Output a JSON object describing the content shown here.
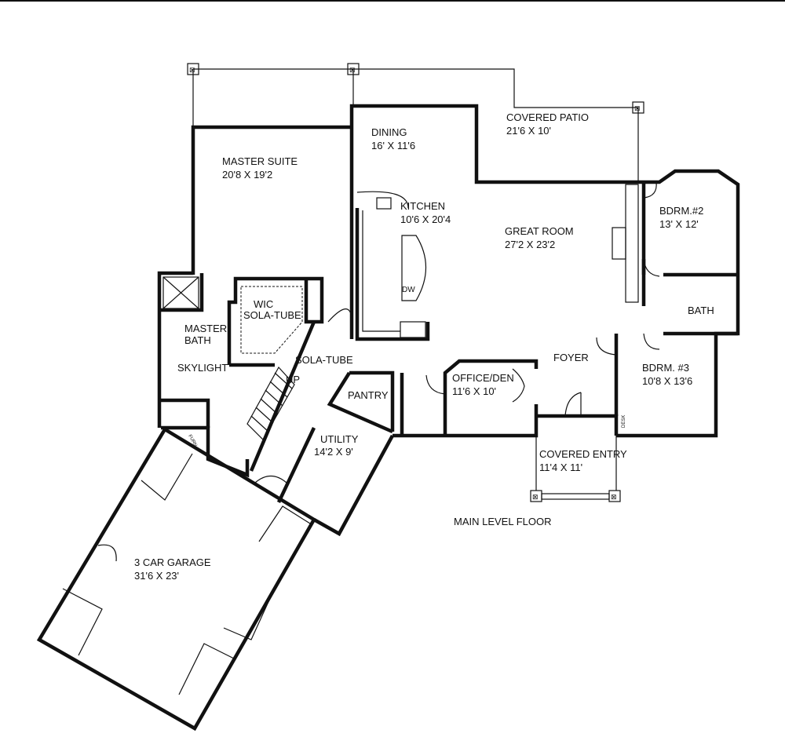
{
  "plan": {
    "title": "MAIN LEVEL FLOOR",
    "rooms": [
      {
        "name": "COVERED PATIO",
        "size": "21'6 X 10'"
      },
      {
        "name": "MASTER SUITE",
        "size": "20'8 X 19'2"
      },
      {
        "name": "DINING",
        "size": "16' X 11'6"
      },
      {
        "name": "KITCHEN",
        "size": "10'6 X 20'4"
      },
      {
        "name": "GREAT ROOM",
        "size": "27'2 X 23'2"
      },
      {
        "name": "BDRM.#2",
        "size": "13' X 12'"
      },
      {
        "name": "BDRM. #3",
        "size": "10'8 X 13'6"
      },
      {
        "name": "OFFICE/DEN",
        "size": "11'6 X 10'"
      },
      {
        "name": "COVERED ENTRY",
        "size": "11'4 X 11'"
      },
      {
        "name": "UTILITY",
        "size": "14'2 X 9'"
      },
      {
        "name": "3 CAR GARAGE",
        "size": "31'6 X 23'"
      }
    ],
    "labels": {
      "wic": "WIC",
      "sola_tube_wic": "SOLA-TUBE",
      "master_bath": "MASTER",
      "master_bath_2": "BATH",
      "skylight": "SKYLIGHT",
      "sola_tube_hall": "SOLA-TUBE",
      "up": "UP",
      "pantry": "PANTRY",
      "foyer": "FOYER",
      "bath": "BATH",
      "dw": "DW",
      "desk": "DESK",
      "furn": "FURN"
    }
  }
}
